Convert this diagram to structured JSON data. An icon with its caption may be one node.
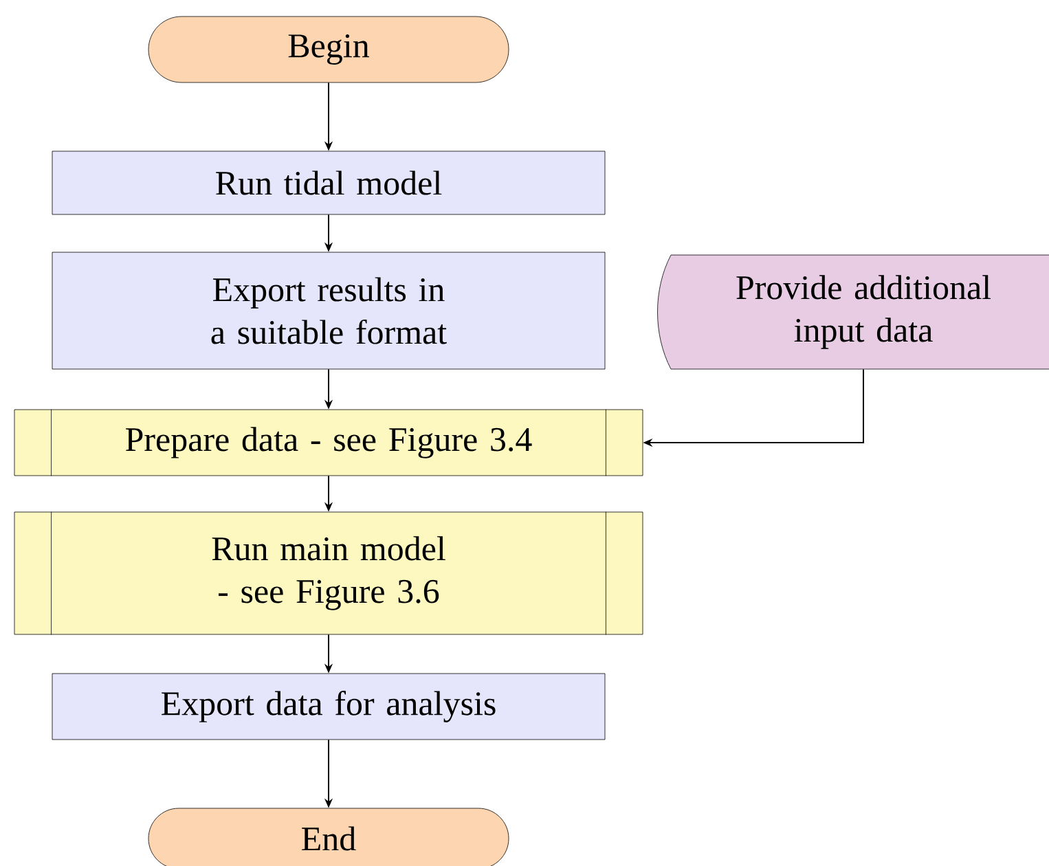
{
  "diagram": {
    "nodes": [
      {
        "text": [
          "Begin"
        ]
      },
      {
        "text": [
          "Run tidal model"
        ]
      },
      {
        "text": [
          "Export results in a suitable format"
        ]
      },
      {
        "text": [
          "Provide additional input data"
        ]
      },
      {
        "text": [
          "Prepare data - see Figure 3.4"
        ]
      },
      {
        "text": [
          "Run main model - see Figure 3.6"
        ]
      },
      {
        "text": [
          "Export data for analysis"
        ]
      },
      {
        "text": [
          "End"
        ]
      }
    ],
    "edges": [
      {
        "from": 0,
        "to": 1,
        "arrow": "to"
      },
      {
        "from": 1,
        "to": 2,
        "arrow": "to"
      },
      {
        "from": 2,
        "to": 4,
        "arrow": "to"
      },
      {
        "from": 3,
        "to": 4,
        "arrow": "to"
      },
      {
        "from": 4,
        "to": 5,
        "arrow": "to"
      },
      {
        "from": 5,
        "to": 6,
        "arrow": "to"
      },
      {
        "from": 6,
        "to": 7,
        "arrow": "to"
      }
    ]
  }
}
